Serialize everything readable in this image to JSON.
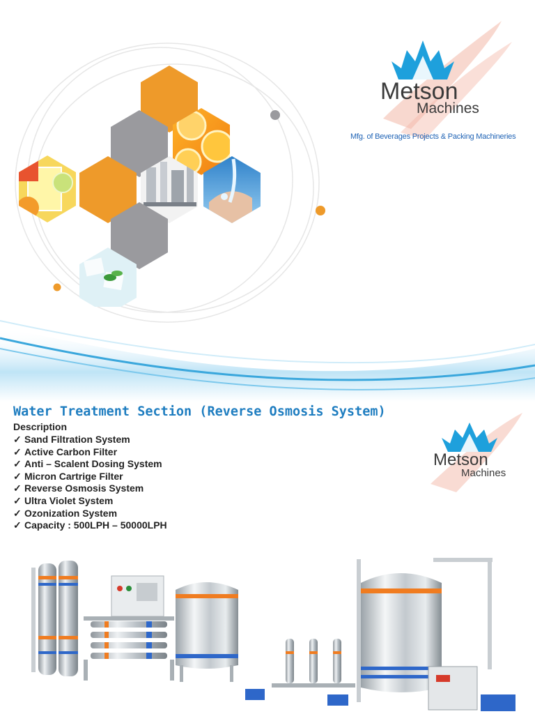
{
  "slide1": {
    "logo": {
      "name_top": "Metson",
      "name_bottom": "Machines",
      "tagline": "Mfg. of Beverages Projects & Packing Machineries",
      "crown_color": "#1ea0dc",
      "brush_color": "#f3b8a8"
    },
    "hexagon_images": [
      "orange-slices-image",
      "juice-glass-image",
      "bottling-machine-image",
      "water-splash-image",
      "ice-mint-image"
    ],
    "accent_colors": {
      "orange": "#ee9a2a",
      "gray": "#9a9a9e",
      "wave_blue": "#3aa7dc"
    }
  },
  "slide2": {
    "title": "Water Treatment Section (Reverse Osmosis System)",
    "description_heading": "Description",
    "check_glyph": "✓",
    "features": [
      "Sand Filtration System",
      "Active Carbon Filter",
      "Anti – Scalent Dosing System",
      "Micron Cartrige Filter",
      "Reverse Osmosis System",
      "Ultra Violet System",
      "Ozonization System",
      "Capacity : 500LPH – 50000LPH"
    ],
    "logo": {
      "name_top": "Metson",
      "name_bottom": "Machines"
    },
    "image": "ro-plant-equipment-photo",
    "title_color": "#1e7dc0"
  }
}
